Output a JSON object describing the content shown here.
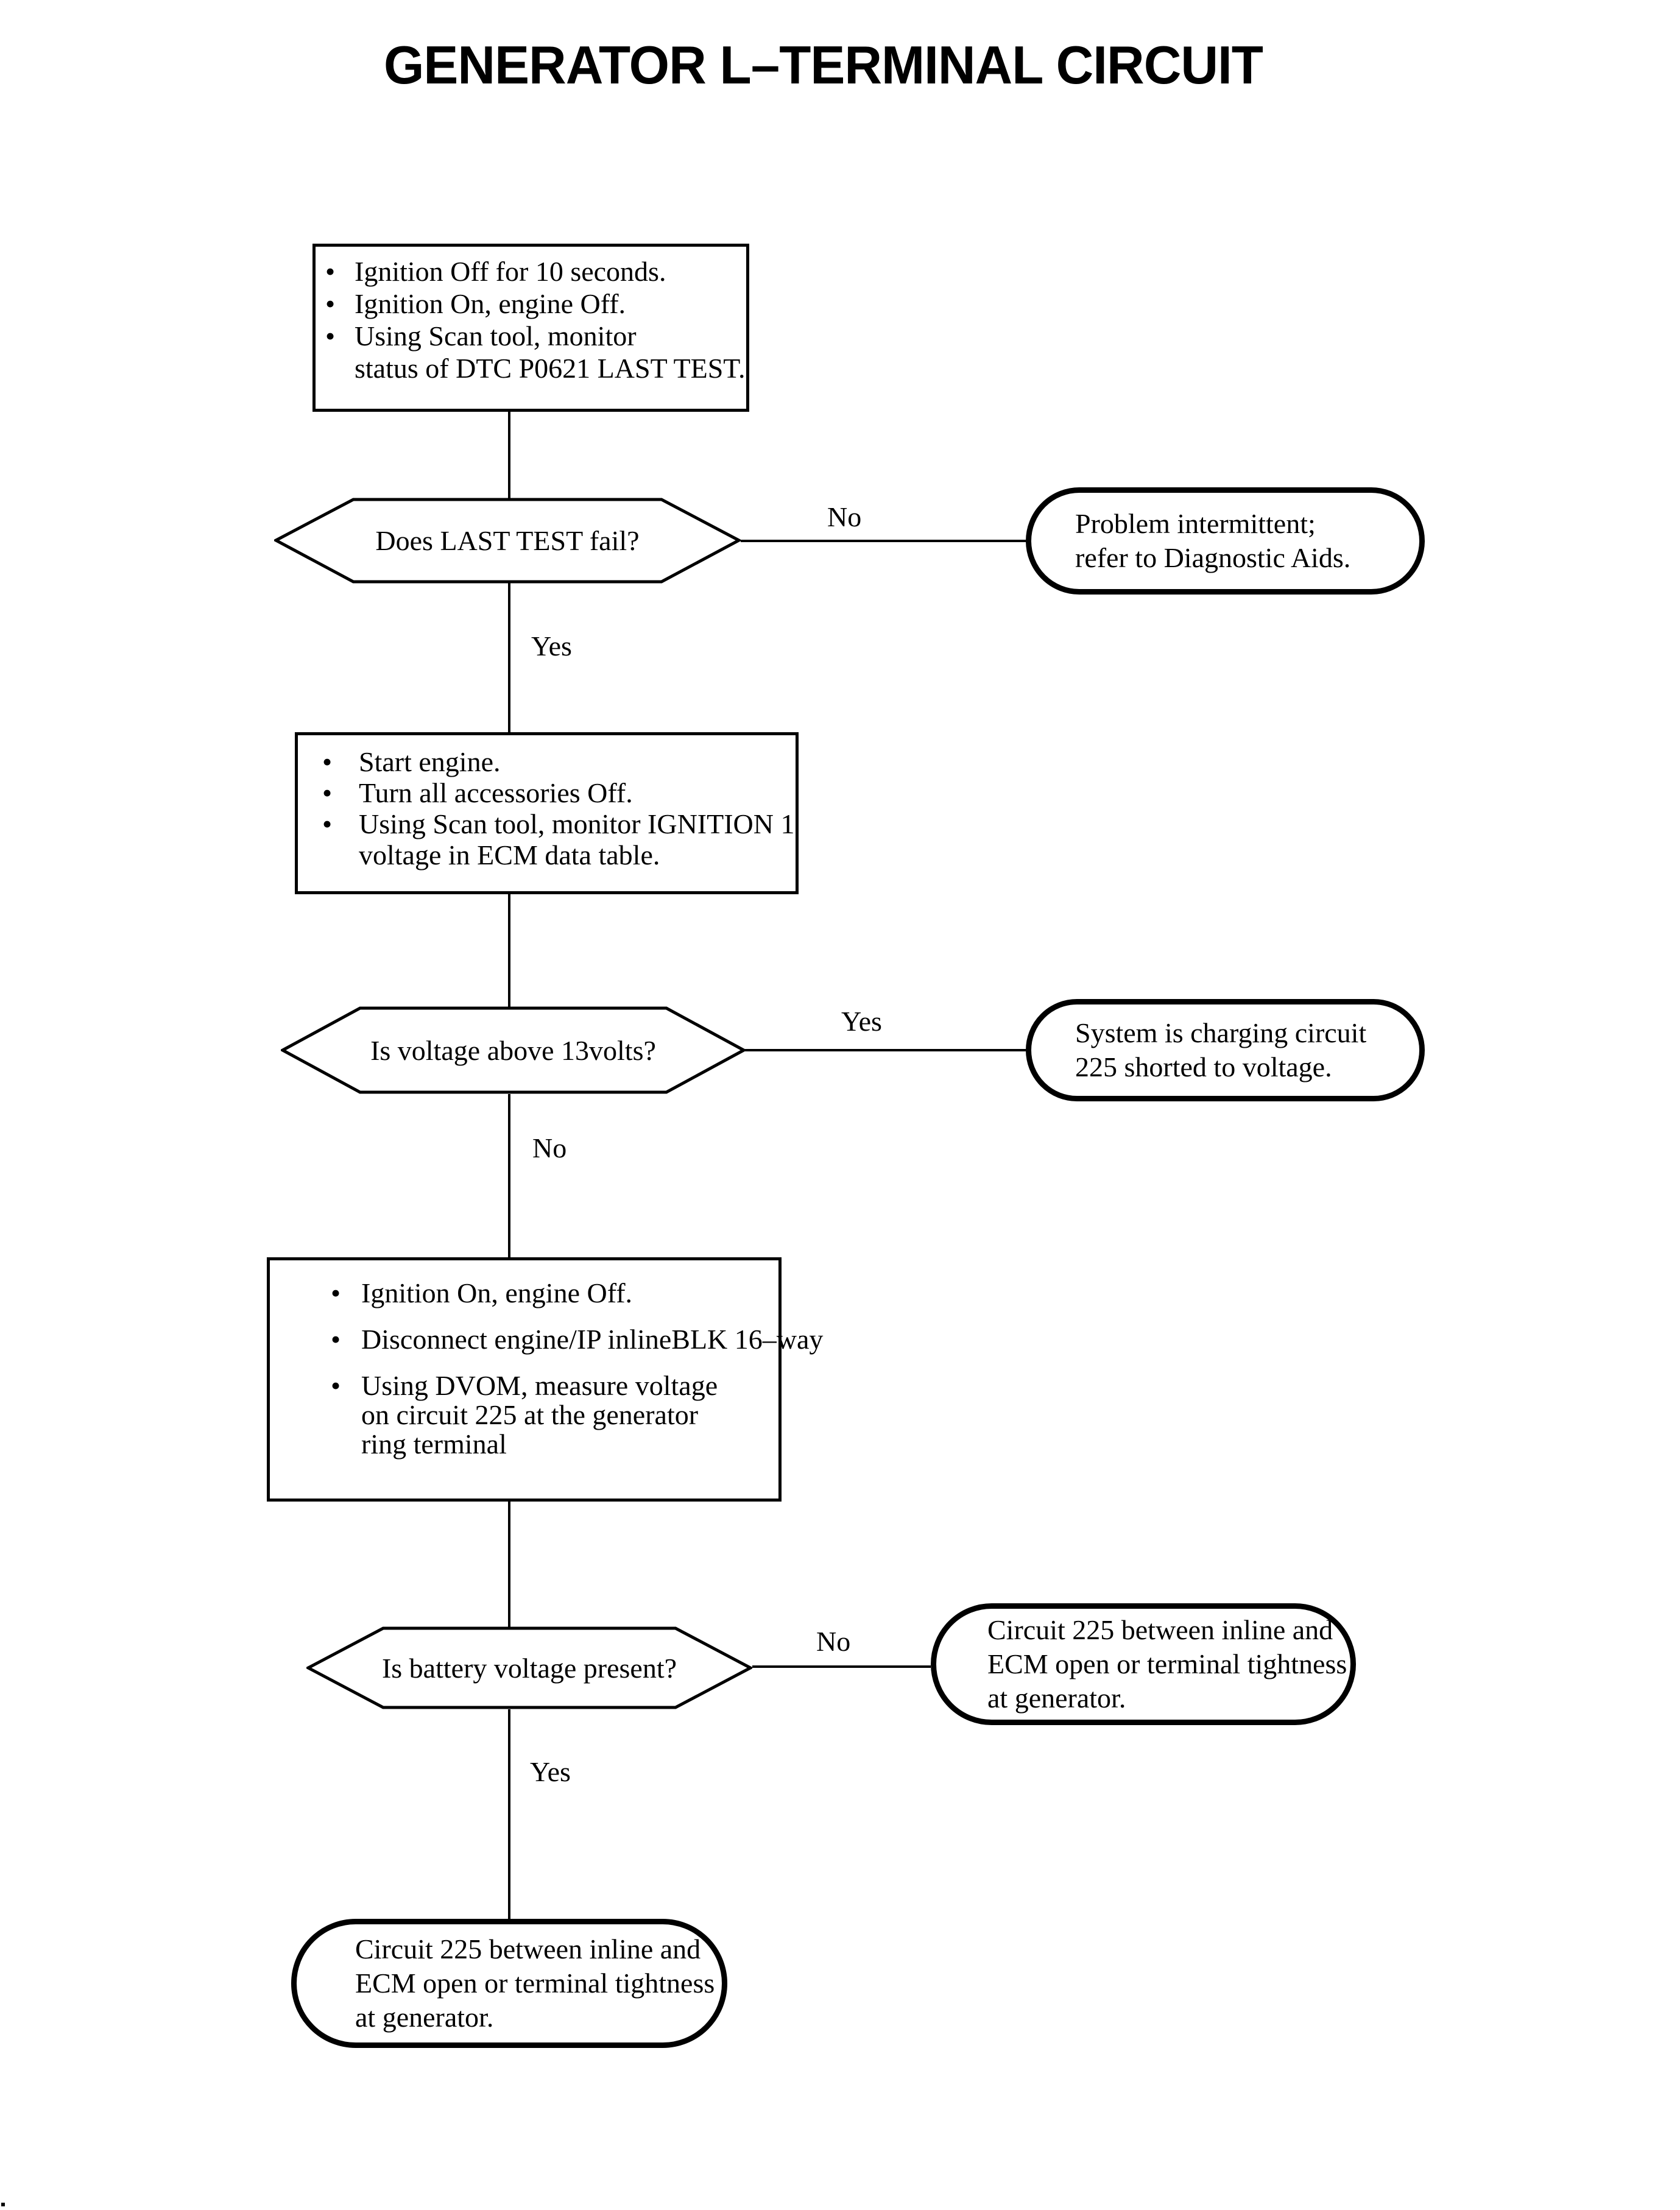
{
  "title": "GENERATOR L–TERMINAL CIRCUIT",
  "bullet_char": "•",
  "flowchart": {
    "step1": {
      "bullets": [
        "Ignition Off for 10 seconds.",
        "Ignition On, engine Off.",
        "Using Scan tool, monitor\nstatus of DTC P0621 LAST TEST."
      ]
    },
    "decision1": {
      "question": "Does LAST TEST fail?",
      "no": {
        "label": "No",
        "result": "Problem intermittent;\nrefer to Diagnostic Aids."
      },
      "yes": {
        "label": "Yes"
      }
    },
    "step2": {
      "bullets": [
        "Start engine.",
        "Turn all accessories Off.",
        "Using Scan tool, monitor IGNITION 1\nvoltage in ECM data table."
      ]
    },
    "decision2": {
      "question": "Is voltage above 13volts?",
      "yes": {
        "label": "Yes",
        "result": "System is charging circuit\n225 shorted to voltage."
      },
      "no": {
        "label": "No"
      }
    },
    "step3": {
      "bullets": [
        "Ignition On, engine Off.",
        "Disconnect engine/IP inlineBLK 16–way",
        "Using DVOM, measure voltage\non circuit 225 at the generator\nring terminal"
      ]
    },
    "decision3": {
      "question": "Is battery voltage present?",
      "no": {
        "label": "No",
        "result": "Circuit 225 between inline and\nECM open or terminal tightness\nat generator."
      },
      "yes": {
        "label": "Yes",
        "result": "Circuit 225 between inline and\nECM open or terminal tightness\nat generator."
      }
    }
  }
}
